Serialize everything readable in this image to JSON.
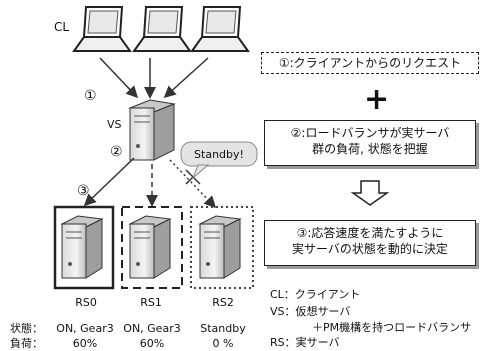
{
  "clients": {
    "label": "CL"
  },
  "request": {
    "step": "①",
    "vs_label": "VS"
  },
  "balancer": {
    "step": "②",
    "bubble": "Standby!"
  },
  "distribute": {
    "step": "③"
  },
  "servers": [
    {
      "name": "RS0",
      "status": "ON, Gear3",
      "load": "60%"
    },
    {
      "name": "RS1",
      "status": "ON, Gear3",
      "load": "60%"
    },
    {
      "name": "RS2",
      "status": "Standby",
      "load": "0 %"
    }
  ],
  "row_labels": {
    "status": "状態：",
    "load": "負荷："
  },
  "process": {
    "box1": "①:クライアントからのリクエスト",
    "plus": "+",
    "box2_line1": "②:ロードバランサが実サーバ",
    "box2_line2": "群の負荷, 状態を把握",
    "box3_line1": "③:応答速度を満たすように",
    "box3_line2": "実サーバの状態を動的に決定"
  },
  "legend": {
    "cl": "CL：クライアント",
    "vs": "VS：仮想サーバ",
    "vs_cont": "＋PM機構を持つロードバランサ",
    "rs": "RS：実サーバ"
  }
}
